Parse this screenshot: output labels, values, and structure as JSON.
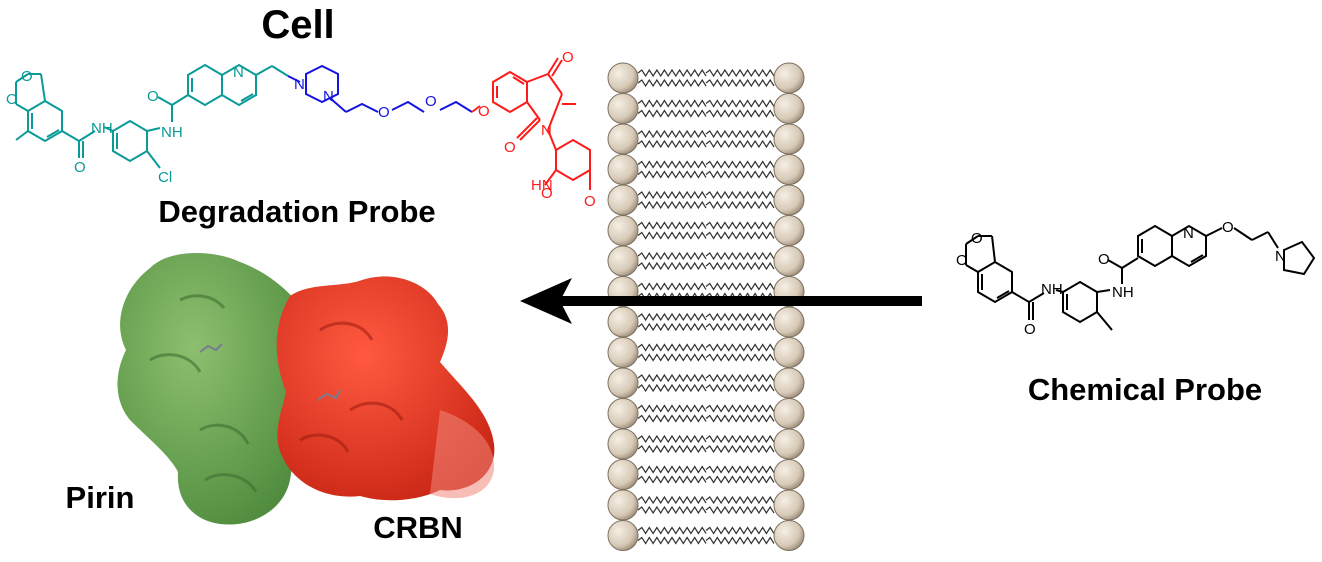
{
  "labels": {
    "cell": "Cell",
    "degradation_probe": "Degradation Probe",
    "chemical_probe": "Chemical Probe",
    "pirin": "Pirin",
    "crbn": "CRBN"
  },
  "atoms": {
    "o": "O",
    "n": "N",
    "nh": "NH",
    "hn": "HN",
    "cl": "Cl"
  },
  "colors": {
    "pirin_ligand": "#0a9a98",
    "linker": "#1414e0",
    "crbn_ligand": "#ff1a1a",
    "chemical_probe": "#000000",
    "pirin_protein": "#5e9a48",
    "crbn_protein": "#e53a26",
    "lipid_head": "#d6c9b6",
    "arrow": "#000000"
  },
  "icons": {
    "membrane": "lipid-bilayer",
    "arrow": "left-arrow",
    "proteins": "protein-surface"
  }
}
